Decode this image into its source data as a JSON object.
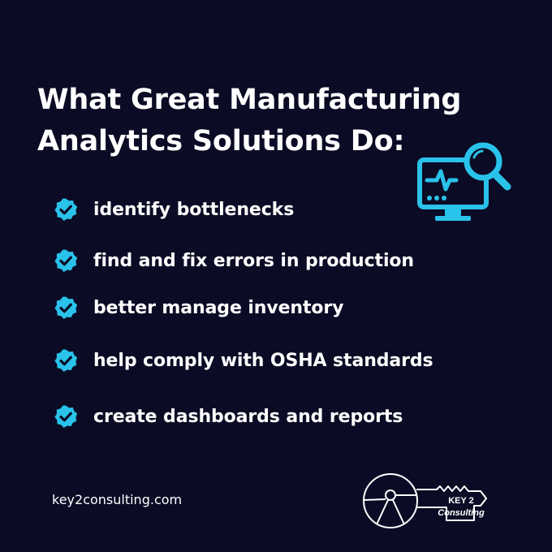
{
  "headline": {
    "line1": "What Great Manufacturing",
    "line2": "Analytics Solutions Do:"
  },
  "illustration": {
    "icon": "monitor-magnifier-icon",
    "color": "#29c2ea"
  },
  "benefits": [
    {
      "icon": "check-badge-icon",
      "label": "identify bottlenecks"
    },
    {
      "icon": "check-badge-icon",
      "label": "find and fix errors in production"
    },
    {
      "icon": "check-badge-icon",
      "label": "better manage inventory"
    },
    {
      "icon": "check-badge-icon",
      "label": "help comply with OSHA standards"
    },
    {
      "icon": "check-badge-icon",
      "label": "create dashboards and reports"
    }
  ],
  "footer": {
    "website": "key2consulting.com",
    "logo": {
      "line1": "KEY 2",
      "line2": "Consulting"
    }
  },
  "colors": {
    "background": "#0b0b25",
    "accent": "#29c2ea",
    "text": "#ffffff"
  }
}
